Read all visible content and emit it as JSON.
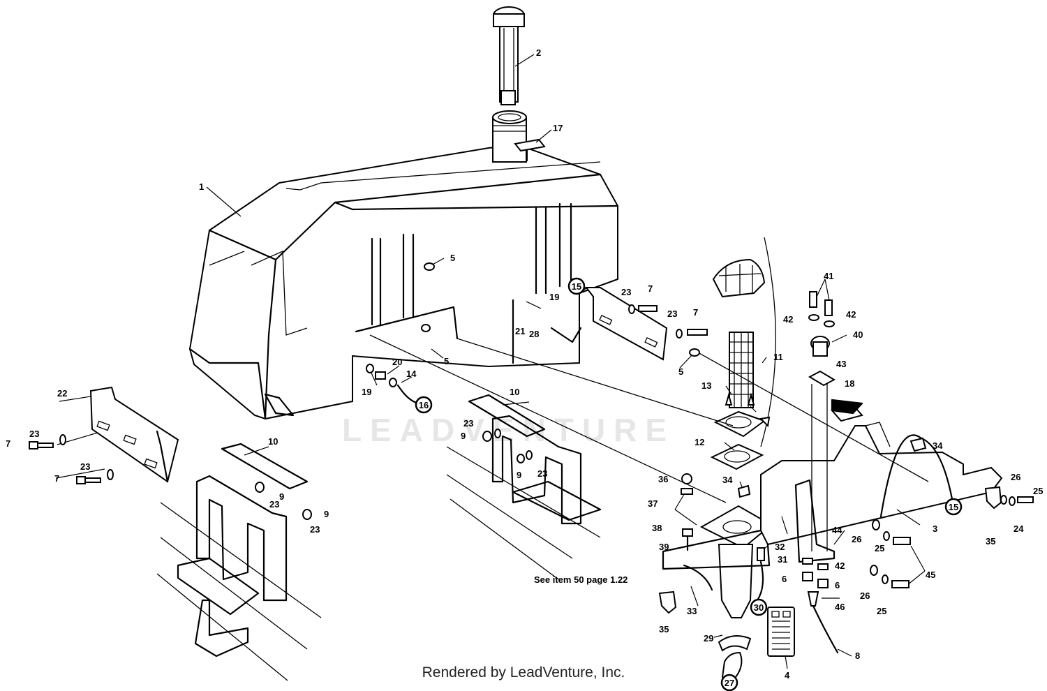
{
  "watermark": "LEADVENTURE",
  "note": "See item 50 page 1.22",
  "footer": "Rendered by LeadVenture, Inc.",
  "callouts": [
    {
      "label": "1"
    },
    {
      "label": "2"
    },
    {
      "label": "3"
    },
    {
      "label": "4"
    },
    {
      "label": "5"
    },
    {
      "label": "5"
    },
    {
      "label": "5"
    },
    {
      "label": "6"
    },
    {
      "label": "6"
    },
    {
      "label": "7"
    },
    {
      "label": "7"
    },
    {
      "label": "7"
    },
    {
      "label": "7"
    },
    {
      "label": "8"
    },
    {
      "label": "9"
    },
    {
      "label": "9"
    },
    {
      "label": "9"
    },
    {
      "label": "9"
    },
    {
      "label": "10"
    },
    {
      "label": "10"
    },
    {
      "label": "11"
    },
    {
      "label": "12"
    },
    {
      "label": "13"
    },
    {
      "label": "14"
    },
    {
      "label": "17"
    },
    {
      "label": "18"
    },
    {
      "label": "19"
    },
    {
      "label": "19"
    },
    {
      "label": "20"
    },
    {
      "label": "21"
    },
    {
      "label": "22"
    },
    {
      "label": "23"
    },
    {
      "label": "23"
    },
    {
      "label": "23"
    },
    {
      "label": "23"
    },
    {
      "label": "23"
    },
    {
      "label": "23"
    },
    {
      "label": "23"
    },
    {
      "label": "23"
    },
    {
      "label": "24"
    },
    {
      "label": "25"
    },
    {
      "label": "25"
    },
    {
      "label": "25"
    },
    {
      "label": "26"
    },
    {
      "label": "26"
    },
    {
      "label": "26"
    },
    {
      "label": "28"
    },
    {
      "label": "29"
    },
    {
      "label": "31"
    },
    {
      "label": "32"
    },
    {
      "label": "33"
    },
    {
      "label": "34"
    },
    {
      "label": "34"
    },
    {
      "label": "35"
    },
    {
      "label": "35"
    },
    {
      "label": "36"
    },
    {
      "label": "37"
    },
    {
      "label": "38"
    },
    {
      "label": "39"
    },
    {
      "label": "40"
    },
    {
      "label": "41"
    },
    {
      "label": "42"
    },
    {
      "label": "42"
    },
    {
      "label": "42"
    },
    {
      "label": "43"
    },
    {
      "label": "44"
    },
    {
      "label": "45"
    },
    {
      "label": "46"
    }
  ],
  "circled_refs": [
    {
      "label": "15"
    },
    {
      "label": "15"
    },
    {
      "label": "16"
    },
    {
      "label": "27"
    },
    {
      "label": "30"
    }
  ]
}
